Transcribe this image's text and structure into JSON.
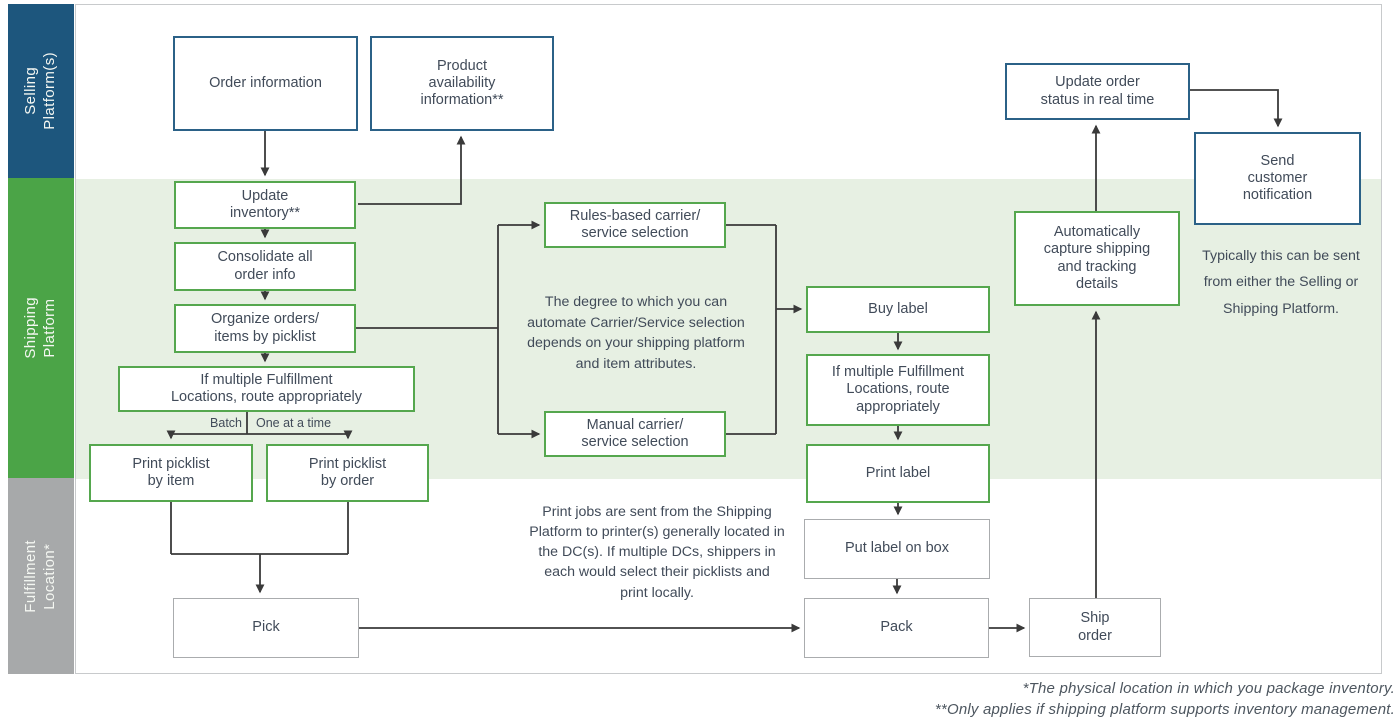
{
  "sidebar": {
    "lanes": [
      {
        "id": "selling",
        "label": "Selling\nPlatform(s)",
        "color": "#1d567d"
      },
      {
        "id": "shipping",
        "label": "Shipping\nPlatform",
        "color": "#4ba447"
      },
      {
        "id": "fulfillment",
        "label": "Fulfillment\nLocation*",
        "color": "#a7a9aa"
      }
    ]
  },
  "boxes": {
    "order_information": "Order information",
    "product_availability": "Product\navailability\ninformation**",
    "update_inventory": "Update\ninventory**",
    "consolidate": "Consolidate all\norder info",
    "organize": "Organize orders/\nitems by picklist",
    "if_multiple_left": "If multiple Fulfillment\nLocations, route appropriately",
    "print_by_item": "Print picklist\nby item",
    "print_by_order": "Print picklist\nby order",
    "rules_based": "Rules-based carrier/\nservice selection",
    "manual": "Manual carrier/\nservice selection",
    "buy_label": "Buy label",
    "if_multiple_right": "If multiple Fulfillment\nLocations, route\nappropriately",
    "print_label": "Print label",
    "put_label": "Put label on box",
    "pick": "Pick",
    "pack": "Pack",
    "ship_order": "Ship\norder",
    "auto_capture": "Automatically\ncapture shipping\nand tracking\ndetails",
    "update_status": "Update order\nstatus in real time",
    "send_notification": "Send\ncustomer\nnotification"
  },
  "branch_labels": {
    "batch": "Batch",
    "one_at_a_time": "One at a time"
  },
  "notes": {
    "degree": "The degree to which you can\nautomate Carrier/Service selection\ndepends on your shipping platform\nand item attributes.",
    "print_jobs": "Print jobs are sent from the Shipping\nPlatform to printer(s) generally located in\nthe DC(s). If multiple DCs, shippers in\neach would select their picklists and\nprint locally.",
    "typically": "Typically this can be sent\nfrom either the Selling or\nShipping Platform."
  },
  "footnotes": "*The physical location in which you package inventory.\n**Only applies if shipping platform supports inventory management.",
  "colors": {
    "selling_band": "#1d567d",
    "shipping_band": "#4ba447",
    "fulfillment_band": "#a7a9aa",
    "shipping_band_light": "#e7f0e3",
    "blue_box_border": "#2b6187",
    "green_box_border": "#55a74e",
    "gray_box_border": "#aaacae",
    "connector": "#3a3a3a",
    "text": "#414b59"
  }
}
